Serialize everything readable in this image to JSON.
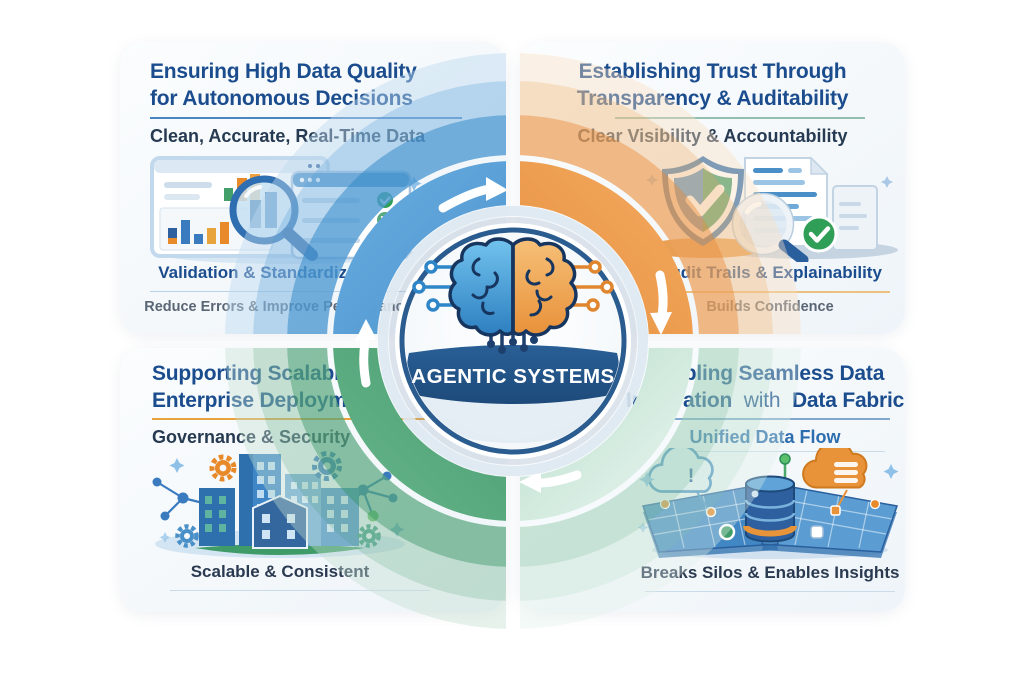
{
  "center": {
    "label": "AGENTIC SYSTEMS",
    "icon": "brain-circuit-icon",
    "flow": "clockwise"
  },
  "quadrants": {
    "top_left": {
      "title_line1": "Ensuring High Data Quality",
      "title_line2": "for Autonomous Decisions",
      "subtitle": "Clean, Accurate, Real-Time Data",
      "feature": "Validation & Standardization",
      "note": "Reduce Errors & Improve Performance",
      "icons": [
        "browser-window-icon",
        "bar-chart-icon",
        "magnifier-icon"
      ]
    },
    "top_right": {
      "title_line1": "Establishing Trust Through",
      "title_line2": "Transparency & Auditability",
      "subtitle": "Clear Visibility & Accountability",
      "feature": "Audit Trails & Explainability",
      "note": "Builds Confidence",
      "icons": [
        "shield-check-icon",
        "document-icon",
        "magnifier-icon",
        "check-badge-icon"
      ]
    },
    "bottom_left": {
      "title_line1": "Supporting Scalable",
      "title_line2": "Enterprise Deployment",
      "subtitle": "Governance & Security",
      "feature": "Scalable & Consistent",
      "icons": [
        "buildings-icon",
        "gear-icon",
        "network-nodes-icon"
      ]
    },
    "bottom_right": {
      "title_line1": "Enabling Seamless Data",
      "title_line2_part1": "Integration",
      "title_line2_part2": "with",
      "title_line2_part3": "Data Fabric",
      "subtitle": "Unified Data Flow",
      "feature": "Breaks Silos & Enables Insights",
      "icons": [
        "cloud-alert-icon",
        "cloud-server-icon",
        "database-icon",
        "mesh-grid-icon"
      ]
    }
  },
  "colors": {
    "title_blue": "#1b4d8e",
    "body_navy": "#263a52",
    "note_gray": "#5a6675",
    "underline_blue": "#4a86c2",
    "underline_teal": "#93bfae",
    "underline_orange": "#e8a33d",
    "ring_blue": "#3f8ccb",
    "ring_orange": "#e5832b",
    "ring_green": "#2f8f5a",
    "ring_mint": "#8cc7a8",
    "badge_navy": "#1d4a7a",
    "brain_blue": "#4da3dd",
    "brain_orange": "#f0a554"
  }
}
